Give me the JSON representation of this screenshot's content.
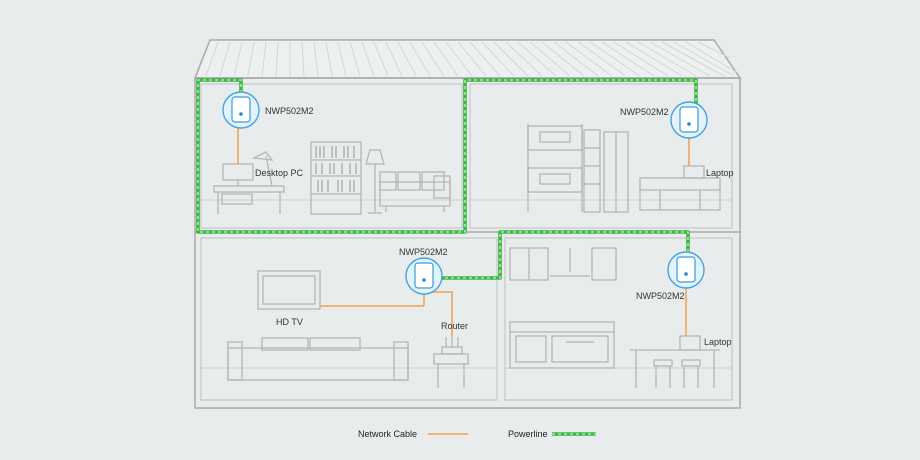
{
  "adapters": {
    "top_left": "NWP502M2",
    "top_right": "NWP502M2",
    "bottom_left": "NWP502M2",
    "bottom_right": "NWP502M2"
  },
  "devices": {
    "desktop_pc": "Desktop PC",
    "laptop_upper": "Laptop",
    "hd_tv": "HD TV",
    "router": "Router",
    "laptop_lower": "Laptop"
  },
  "legend": {
    "network_cable": "Network Cable",
    "powerline": "Powerline"
  },
  "colors": {
    "background": "#e8ecec",
    "network_cable": "#f0a050",
    "powerline": "#3bb544",
    "adapter_ring": "#42a5dd"
  }
}
